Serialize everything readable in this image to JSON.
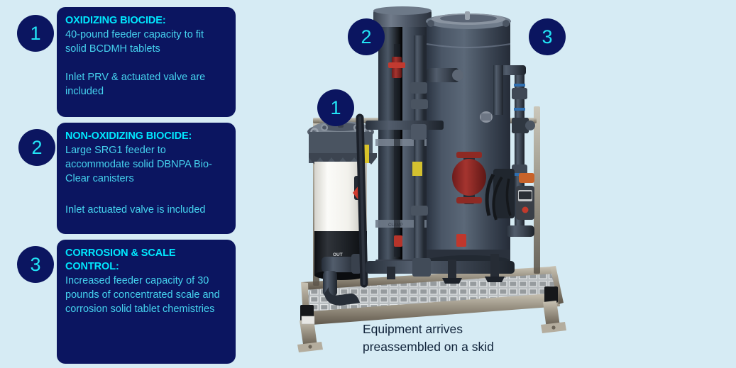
{
  "background_color": "#d6ebf4",
  "theme": {
    "box_fill": "#0b1560",
    "heading_color": "#00e9ff",
    "body_color": "#45d3ef",
    "circle_fill": "#0b1560",
    "circle_number_color": "#22e3f5",
    "caption_color": "#10233a"
  },
  "callouts": [
    {
      "number": "1",
      "heading": "OXIDIZING BIOCIDE:",
      "body_1": "40-pound feeder capacity to fit solid BCDMH tablets",
      "body_2": "Inlet PRV & actuated valve are included"
    },
    {
      "number": "2",
      "heading": "NON-OXIDIZING BIOCIDE:",
      "body_1": "Large SRG1 feeder to accommodate solid DBNPA Bio-Clear canisters",
      "body_2": "Inlet actuated valve is included"
    },
    {
      "number": "3",
      "heading": "CORROSION & SCALE CONTROL:",
      "body_1": "Increased feeder capacity of 30 pounds of concentrated scale and corrosion solid tablet chemistries",
      "body_2": ""
    }
  ],
  "photo_markers": [
    {
      "number": "1"
    },
    {
      "number": "2"
    },
    {
      "number": "3"
    }
  ],
  "photo": {
    "caption": "Equipment arrives\npreassembled on a skid",
    "label_out": "OUT",
    "alt": "Pre-assembled chemical feed skid with three feeders, piping, valves and a stainless steel grated skid base"
  }
}
